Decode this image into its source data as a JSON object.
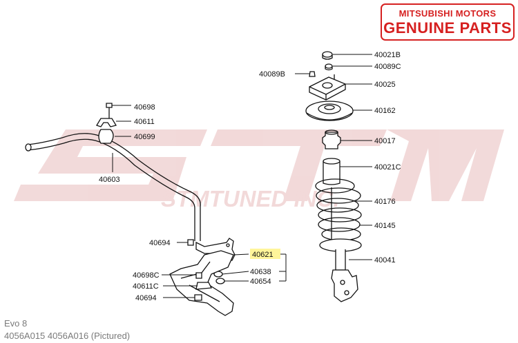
{
  "badge": {
    "line1": "MITSUBISHI MOTORS",
    "line2": "GENUINE PARTS"
  },
  "watermark": {
    "big": "STM",
    "small": "STMTUNED INC."
  },
  "highlight_color": "#fff59a",
  "parts": {
    "p40021B": "40021B",
    "p40089C": "40089C",
    "p40089B": "40089B",
    "p40025": "40025",
    "p40162": "40162",
    "p40017": "40017",
    "p40021C": "40021C",
    "p40176": "40176",
    "p40145": "40145",
    "p40041": "40041",
    "p40698": "40698",
    "p40611": "40611",
    "p40699": "40699",
    "p40603": "40603",
    "p40694a": "40694",
    "p40621": "40621",
    "p40638": "40638",
    "p40654": "40654",
    "p40698C": "40698C",
    "p40611C": "40611C",
    "p40694b": "40694"
  },
  "caption": {
    "line1": "Evo 8",
    "line2": "4056A015  4056A016  (Pictured)"
  }
}
